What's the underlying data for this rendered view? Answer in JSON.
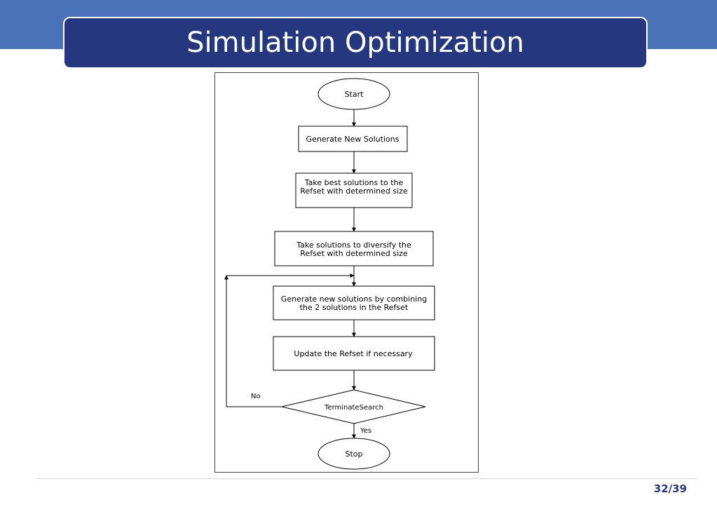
{
  "slide": {
    "title": "Simulation Optimization",
    "page_number": "32/39"
  },
  "flowchart": {
    "start": "Start",
    "step1": "Generate New Solutions",
    "step2_line1": "Take best solutions to the",
    "step2_line2": "Refset with determined size",
    "step3_line1": "Take solutions to diversify the",
    "step3_line2": "Refset with determined size",
    "step4_line1": "Generate new solutions by combining",
    "step4_line2": "the 2 solutions in the Refset",
    "step5": "Update the Refset if necessary",
    "decision": "TerminateSearch",
    "no_label": "No",
    "yes_label": "Yes",
    "stop": "Stop"
  },
  "colors": {
    "top_band": "#4a72b8",
    "title_box": "#25377e",
    "page_number": "#25377e"
  }
}
